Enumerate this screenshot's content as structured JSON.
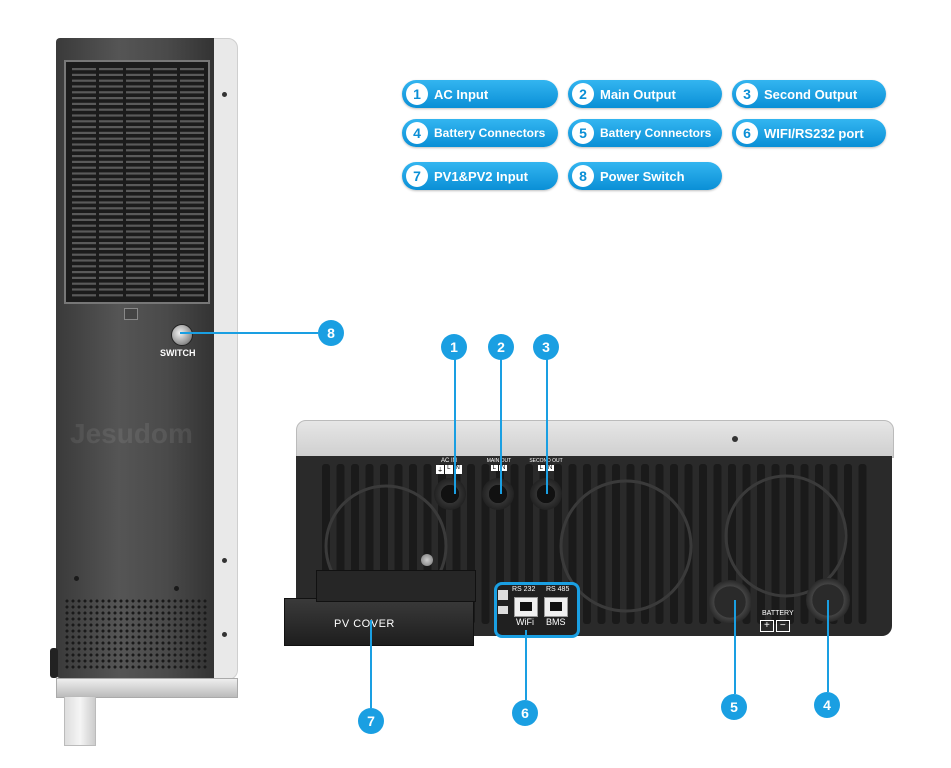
{
  "legend": [
    {
      "num": "1",
      "label": "AC Input"
    },
    {
      "num": "2",
      "label": "Main Output"
    },
    {
      "num": "3",
      "label": "Second Output"
    },
    {
      "num": "4",
      "label": "Battery Connectors"
    },
    {
      "num": "5",
      "label": "Battery Connectors"
    },
    {
      "num": "6",
      "label": "WIFI/RS232 port"
    },
    {
      "num": "7",
      "label": "PV1&PV2 Input"
    },
    {
      "num": "8",
      "label": "Power Switch"
    }
  ],
  "callouts": {
    "c1": "1",
    "c2": "2",
    "c3": "3",
    "c4": "4",
    "c5": "5",
    "c6": "6",
    "c7": "7",
    "c8": "8"
  },
  "side_view": {
    "switch_label": "SWITCH",
    "watermark": "Jesudom"
  },
  "rear_panel": {
    "ac_in": "AC IN",
    "main_out": "MAIN OUT",
    "second_out": "SECOND OUT",
    "pv_cover": "PV COVER",
    "rs232": "RS 232",
    "rs485": "RS 485",
    "wifi": "WiFi",
    "bms": "BMS",
    "battery": "BATTERY",
    "plus": "+",
    "minus": "−",
    "L": "L",
    "N": "N"
  },
  "colors": {
    "accent": "#1a9fe2",
    "panel": "#2b2b2b",
    "shell": "#d8d8d8"
  }
}
